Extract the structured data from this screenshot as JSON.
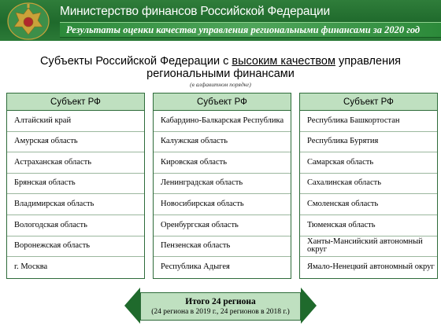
{
  "header": {
    "title": "Министерство финансов Российской Федерации",
    "subtitle": "Результаты оценки качества управления региональными финансами за 2020 год"
  },
  "page": {
    "title_part1": "Субъекты Российской Федерации с ",
    "title_underlined": "высоким качеством",
    "title_part2": " управления",
    "title_line2": "региональными финансами",
    "note": "(в алфавитном порядке)"
  },
  "columns": [
    {
      "header": "Субъект РФ",
      "items": [
        "Алтайский край",
        "Амурская область",
        "Астраханская область",
        "Брянская область",
        "Владимирская область",
        "Вологодская область",
        "Воронежская область",
        "г. Москва"
      ]
    },
    {
      "header": "Субъект РФ",
      "items": [
        "Кабардино-Балкарская Республика",
        "Калужская область",
        "Кировская область",
        "Ленинградская область",
        "Новосибирская область",
        "Оренбургская область",
        "Пензенская область",
        "Республика Адыгея"
      ]
    },
    {
      "header": "Субъект РФ",
      "items": [
        "Республика Башкортостан",
        "Республика Бурятия",
        "Самарская область",
        "Сахалинская область",
        "Смоленская область",
        "Тюменская область",
        "Ханты-Мансийский автономный округ",
        "Ямало-Ненецкий автономный округ"
      ]
    }
  ],
  "total": {
    "main": "Итого 24 региона",
    "sub": "(24 региона в 2019 г., 24 регионов в 2018 г.)"
  },
  "colors": {
    "header_green": "#1f6a2c",
    "table_header": "#bfe0c0",
    "border": "#2e6b3a"
  },
  "icons": {
    "emblem": "coat-of-arms-icon"
  }
}
